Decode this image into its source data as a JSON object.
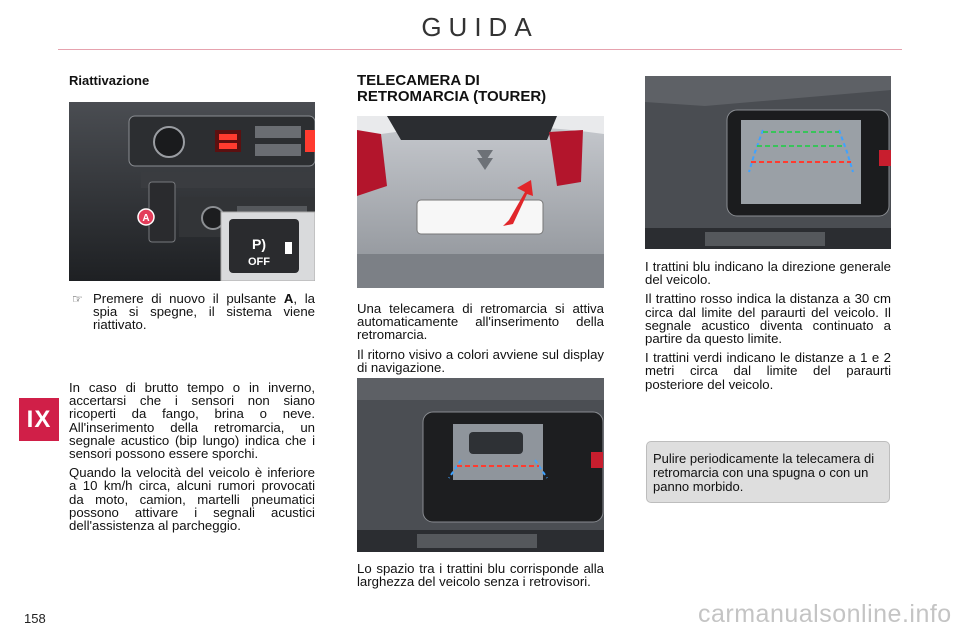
{
  "header": {
    "title": "GUIDA"
  },
  "chapter_tab": "IX",
  "page_number": "158",
  "left_column": {
    "heading": "Riattivazione",
    "callout_letter": "A",
    "inset_text_1": "P)",
    "inset_text_2": "OFF",
    "bullet_symbol": "☞",
    "bullet_pre": "Premere di nuovo il pulsante ",
    "bullet_bold": "A",
    "bullet_post": ", la spia si spegne, il sistema viene riattivato.",
    "para1": "In caso di brutto tempo o in inverno, accertarsi che i sensori non siano ricoperti da fango, brina o neve. All'inserimento della retromarcia, un segnale acustico (bip lungo) indica che i sensori possono essere sporchi.",
    "para2": "Quando la velocità del veicolo è inferiore a 10 km/h circa, alcuni rumori provocati da moto, camion, martelli pneumatici possono attivare i segnali acustici dell'assistenza al parcheggio."
  },
  "middle_column": {
    "heading_line1": "TELECAMERA DI",
    "heading_line2": "RETROMARCIA (TOURER)",
    "para1": "Una telecamera di retromarcia si attiva automaticamente all'inserimento della retromarcia.",
    "para2": "Il ritorno visivo a colori avviene sul display di navigazione.",
    "para3": "Lo spazio tra i trattini blu corrisponde alla larghezza del veicolo senza i retrovisori."
  },
  "right_column": {
    "para1": "I trattini blu indicano la direzione generale del veicolo.",
    "para2": "Il trattino rosso indica la distanza a 30 cm circa dal limite del paraurti del veicolo. Il segnale acustico diventa continuato a partire da questo limite.",
    "para3": "I trattini verdi indicano le distanze a 1 e 2 metri circa dal limite del paraurti posteriore del veicolo.",
    "note": "Pulire periodicamente la telecamera di retromarcia con una spugna o con un panno morbido."
  },
  "footer": {
    "watermark": "carmanualsonline.info"
  },
  "colors": {
    "accent": "#d01f48",
    "rule": "#e6a2ae",
    "note_bg": "#dedede"
  }
}
